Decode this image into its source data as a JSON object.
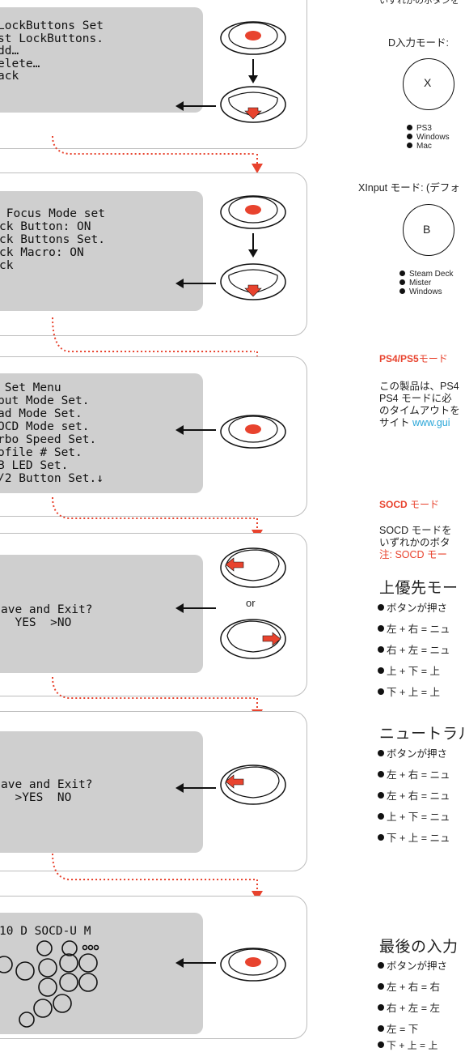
{
  "top_partial_text": "いずれかのボタンを",
  "panels": [
    {
      "lcd_lines": [
        "LockButtons Set",
        "st LockButtons.",
        "dd…",
        "elete…",
        "ack"
      ]
    },
    {
      "lcd_lines": [
        " Focus Mode set",
        "ck Button: ON",
        "ck Buttons Set.",
        "ck Macro: ON",
        "ck"
      ]
    },
    {
      "lcd_lines": [
        " Set Menu",
        "put Mode Set.",
        "ad Mode Set.",
        "OCD Mode set.",
        "rbo Speed Set.",
        "ofile # Set.",
        "B LED Set.",
        "/2 Button Set.↓"
      ]
    },
    {
      "lcd_lines": [
        "",
        "",
        "ave and Exit?",
        "  YES  >NO"
      ],
      "or_label": "or"
    },
    {
      "lcd_lines": [
        "",
        "",
        "ave and Exit?",
        "  >YES  NO"
      ]
    },
    {
      "lcd_lines": [
        "10 D SOCD-U M"
      ]
    }
  ],
  "dinput": {
    "label": "D入力モード:",
    "button_letter": "X",
    "platforms": [
      "PS3",
      "Windows",
      "Mac"
    ]
  },
  "xinput": {
    "label": "XInput モード: (デフォ",
    "button_letter": "B",
    "platforms": [
      "Steam Deck",
      "Mister",
      "Windows"
    ]
  },
  "ps45": {
    "heading_a": "PS4/PS5",
    "heading_b": "モード",
    "line1": "この製品は、PS4",
    "line2": "PS4 モードに必",
    "line3": "のタイムアウトを",
    "line4a": "サイト ",
    "line4b": "www.gui"
  },
  "socd": {
    "heading_a": "SOCD",
    "heading_b": " モード",
    "line1": "SOCD モードを",
    "line2": "いずれかのボタ",
    "line3": "注: SOCD モー"
  },
  "up_priority": {
    "title": "上優先モー",
    "items": [
      "ボタンが押さ",
      "左 + 右 = ニュ",
      "右 + 左 = ニュ",
      "上 + 下 = 上",
      "下 + 上 = 上"
    ]
  },
  "neutral": {
    "title": "ニュートラル",
    "items": [
      "ボタンが押さ",
      "左 + 右 = ニュ",
      "左 + 右 = ニュ",
      "上 + 下 = ニュ",
      "下 + 上 = ニュ"
    ]
  },
  "last_input": {
    "title": "最後の入力",
    "items": [
      "ボタンが押さ",
      "左 + 右 = 右",
      "右 + 左 = 左",
      "左 = 下",
      "下 + 上 = 上"
    ]
  }
}
